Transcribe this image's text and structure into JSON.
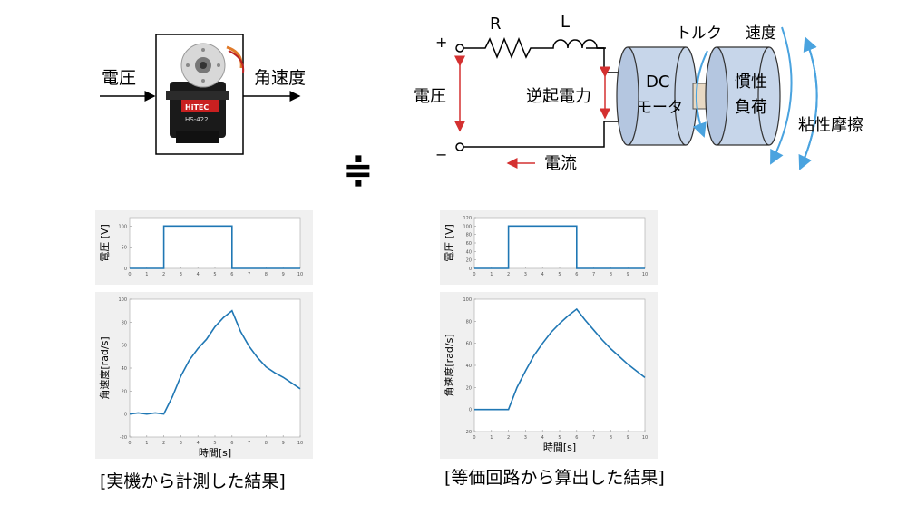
{
  "top_left": {
    "input_label": "電圧",
    "output_label": "角速度",
    "servo_brand": "HiTEC",
    "servo_model": "HS-422"
  },
  "approx_symbol": "≑",
  "circuit": {
    "resistor": "R",
    "inductor": "L",
    "plus": "+",
    "minus": "−",
    "voltage": "電圧",
    "back_emf": "逆起電力",
    "current": "電流",
    "motor_line1": "DC",
    "motor_line2": "モータ",
    "load_line1": "慣性",
    "load_line2": "負荷",
    "torque": "トルク",
    "speed": "速度",
    "friction": "粘性摩擦"
  },
  "measured": {
    "caption": "[実機から計測した結果]",
    "voltage_ylabel": "電圧 [V]",
    "speed_ylabel": "角速度[rad/s]",
    "xlabel": "時間[s]"
  },
  "simulated": {
    "caption": "[等価回路から算出した結果]",
    "voltage_ylabel": "電圧 [V]",
    "speed_ylabel": "角速度[rad/s]",
    "xlabel": "時間[s]"
  },
  "colors": {
    "line": "#1f77b4",
    "arrow_red": "#d43030",
    "motor_fill": "#c7d6ea",
    "arc_blue": "#4aa3df"
  },
  "chart_data": [
    {
      "type": "line",
      "panel": "measured-voltage",
      "x": [
        0,
        2,
        2,
        6,
        6,
        10
      ],
      "y": [
        0,
        0,
        100,
        100,
        0,
        0
      ],
      "xlim": [
        0,
        10
      ],
      "ylim": [
        0,
        120
      ],
      "xticks": [
        "0",
        "1",
        "2",
        "3",
        "4",
        "5",
        "6",
        "7",
        "8",
        "9",
        "10"
      ],
      "yticks": [
        "0",
        "50",
        "100"
      ],
      "ylabel": "電圧 [V]"
    },
    {
      "type": "line",
      "panel": "measured-speed",
      "x": [
        0,
        0.5,
        1,
        1.5,
        2,
        2.5,
        3,
        3.5,
        4,
        4.5,
        5,
        5.5,
        6,
        6.5,
        7,
        7.5,
        8,
        8.5,
        9,
        9.5,
        10
      ],
      "y": [
        0,
        1,
        0,
        1,
        0,
        15,
        33,
        47,
        57,
        65,
        76,
        84,
        90,
        72,
        59,
        49,
        41,
        36,
        32,
        27,
        22
      ],
      "xlim": [
        0,
        10
      ],
      "ylim": [
        -20,
        100
      ],
      "xticks": [
        "0",
        "1",
        "2",
        "3",
        "4",
        "5",
        "6",
        "7",
        "8",
        "9",
        "10"
      ],
      "yticks": [
        "-20",
        "0",
        "20",
        "40",
        "60",
        "80",
        "100"
      ],
      "xlabel": "時間[s]",
      "ylabel": "角速度[rad/s]"
    },
    {
      "type": "line",
      "panel": "simulated-voltage",
      "x": [
        0,
        2,
        2,
        6,
        6,
        10
      ],
      "y": [
        0,
        0,
        100,
        100,
        0,
        0
      ],
      "xlim": [
        0,
        10
      ],
      "ylim": [
        0,
        120
      ],
      "xticks": [
        "0",
        "1",
        "2",
        "3",
        "4",
        "5",
        "6",
        "7",
        "8",
        "9",
        "10"
      ],
      "yticks": [
        "0",
        "20",
        "40",
        "60",
        "80",
        "100",
        "120"
      ],
      "ylabel": "電圧 [V]"
    },
    {
      "type": "line",
      "panel": "simulated-speed",
      "x": [
        0,
        2,
        2.5,
        3,
        3.5,
        4,
        4.5,
        5,
        5.5,
        6,
        6.5,
        7,
        7.5,
        8,
        8.5,
        9,
        9.5,
        10
      ],
      "y": [
        0,
        0,
        20,
        35,
        49,
        60,
        70,
        78,
        85,
        91,
        81,
        72,
        63,
        55,
        48,
        41,
        35,
        29
      ],
      "xlim": [
        0,
        10
      ],
      "ylim": [
        -20,
        100
      ],
      "xticks": [
        "0",
        "1",
        "2",
        "3",
        "4",
        "5",
        "6",
        "7",
        "8",
        "9",
        "10"
      ],
      "yticks": [
        "-20",
        "0",
        "20",
        "40",
        "60",
        "80",
        "100"
      ],
      "xlabel": "時間[s]",
      "ylabel": "角速度[rad/s]"
    }
  ]
}
